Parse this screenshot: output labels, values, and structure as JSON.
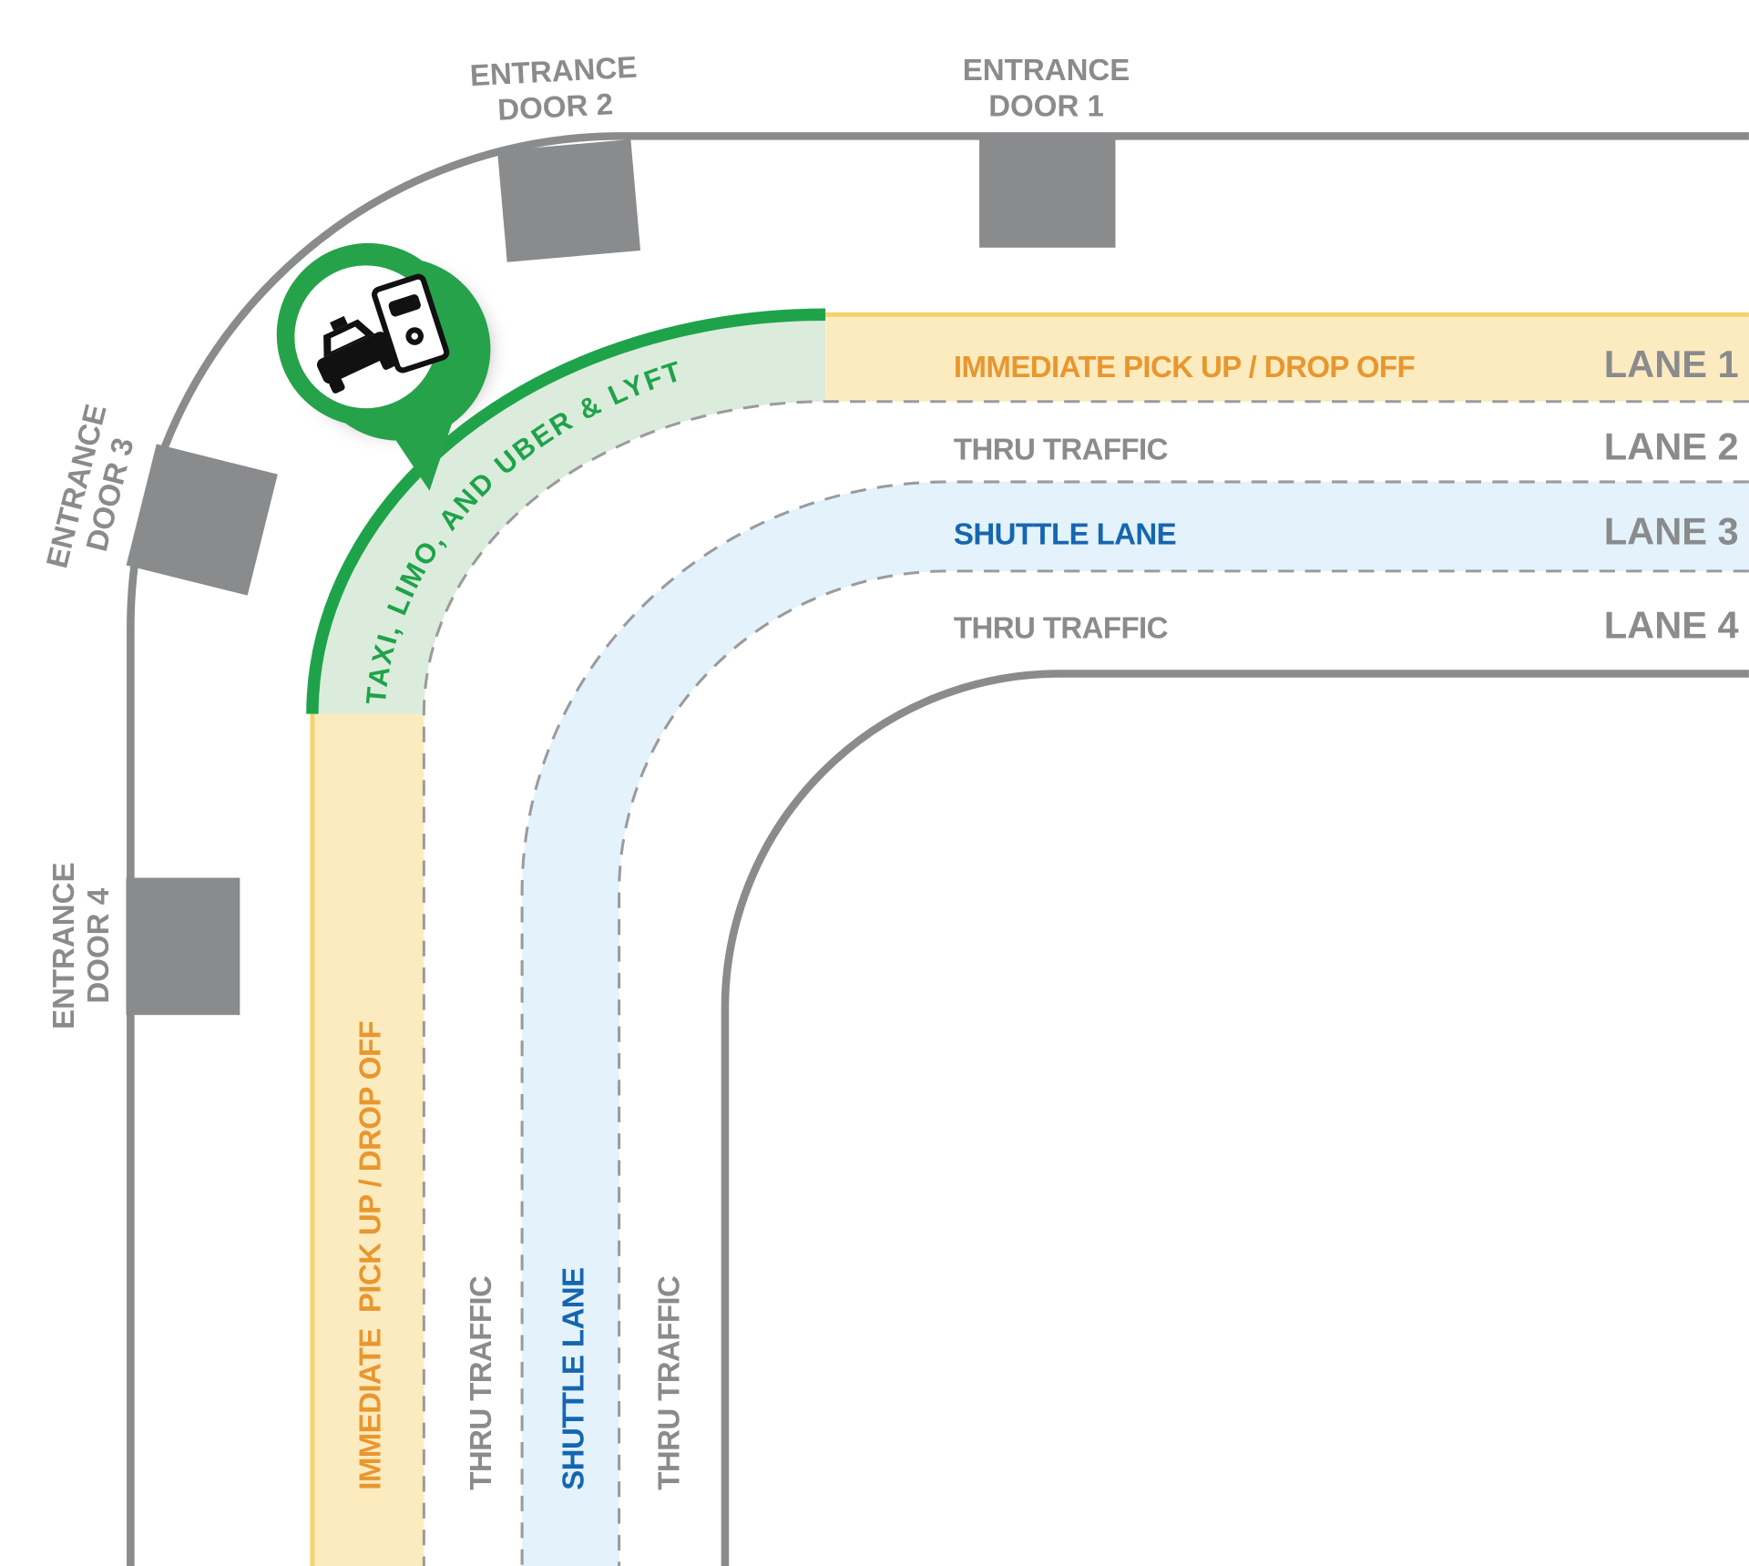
{
  "doors": [
    {
      "line1": "ENTRANCE",
      "line2": "DOOR 1"
    },
    {
      "line1": "ENTRANCE",
      "line2": "DOOR 2"
    },
    {
      "line1": "ENTRANCE",
      "line2": "DOOR 3"
    },
    {
      "line1": "ENTRANCE",
      "line2": "DOOR 4"
    }
  ],
  "lanes": [
    {
      "name": "IMMEDIATE PICK UP / DROP OFF",
      "vertical_name": "IMMEDIATE  PICK UP / DROP OFF",
      "number": "LANE 1",
      "color": "#e8972e",
      "fill": "#fdebc0"
    },
    {
      "name": "THRU TRAFFIC",
      "number": "LANE 2",
      "color": "#8a8b8d",
      "fill": "#ffffff"
    },
    {
      "name": "SHUTTLE LANE",
      "number": "LANE 3",
      "color": "#1566b0",
      "fill": "#e3f2fb"
    },
    {
      "name": "THRU TRAFFIC",
      "number": "LANE 4",
      "color": "#8a8b8d",
      "fill": "#ffffff"
    }
  ],
  "rideshare": {
    "label": "TAXI, LIMO, AND UBER & LYFT",
    "color": "#1fa34a",
    "fill": "#dcecdc",
    "icon": "taxi-and-phone-pin-icon"
  }
}
